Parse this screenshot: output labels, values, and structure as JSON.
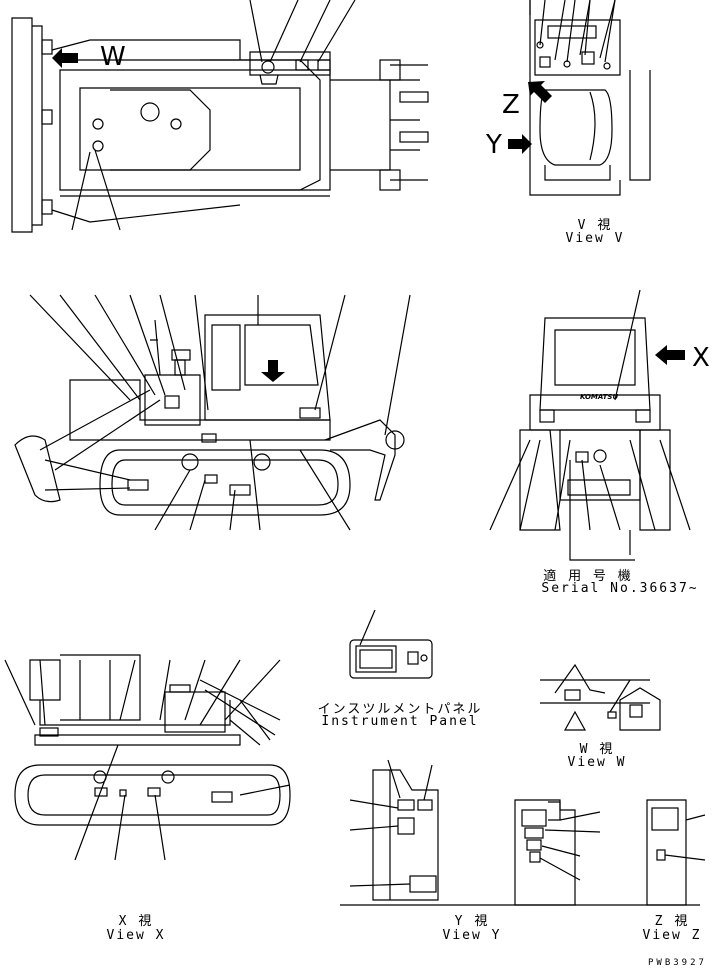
{
  "views": {
    "v": {
      "jp": "V 視",
      "en": "View V"
    },
    "w": {
      "jp": "W 視",
      "en": "View W"
    },
    "x": {
      "jp": "X 視",
      "en": "View X"
    },
    "y": {
      "jp": "Y 視",
      "en": "View Y"
    },
    "z": {
      "jp": "Z 視",
      "en": "View Z"
    }
  },
  "arrows": {
    "w": "W",
    "x": "X",
    "y": "Y",
    "z": "Z"
  },
  "serial": {
    "jp": "適 用 号 機",
    "en": "Serial No.36637~"
  },
  "instrument_panel": {
    "jp": "インスツルメントパネル",
    "en": "Instrument Panel"
  },
  "brand": "KOMATSU",
  "drawing_code": "PWB3927",
  "colors": {
    "ink": "#000000",
    "paper": "#ffffff"
  }
}
